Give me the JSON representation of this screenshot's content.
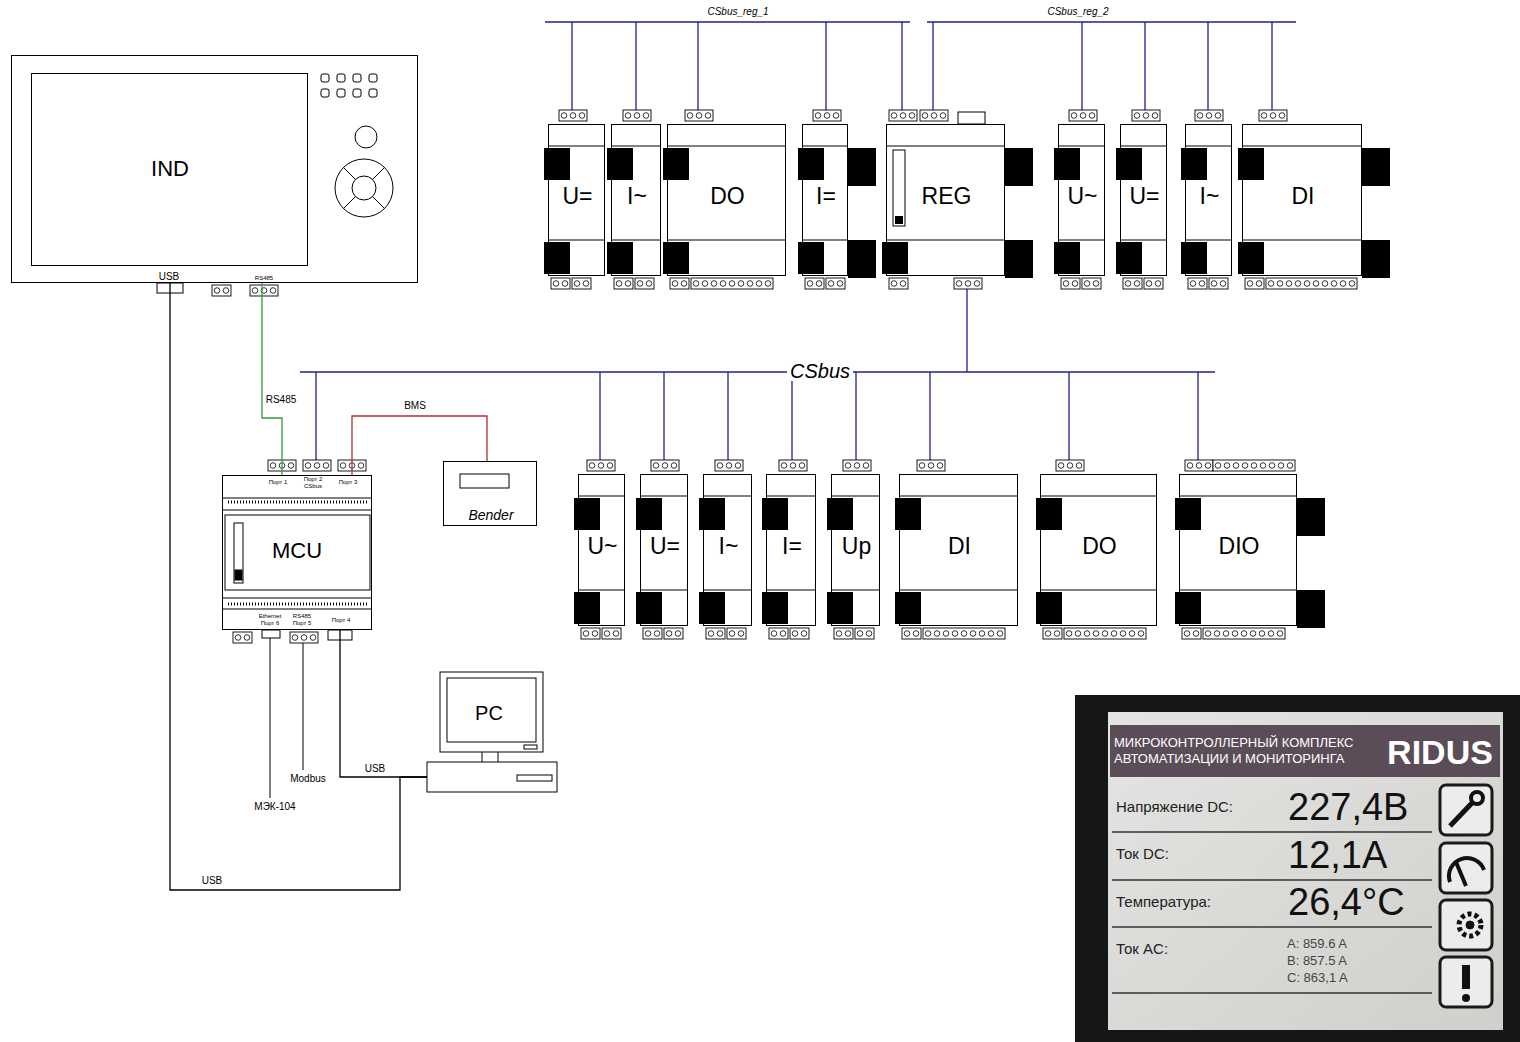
{
  "diagram": {
    "nodes": [
      {
        "text": [
          "USB",
          "RS485"
        ]
      },
      {
        "text": [
          "IND"
        ],
        "in": 0
      },
      {
        "text": [
          "U="
        ]
      },
      {
        "text": [
          "I~"
        ]
      },
      {
        "text": [
          "DO"
        ]
      },
      {
        "text": [
          "I="
        ]
      },
      {
        "text": [
          "REG"
        ]
      },
      {
        "text": [
          "U~"
        ]
      },
      {
        "text": [
          "U="
        ]
      },
      {
        "text": [
          "I~"
        ]
      },
      {
        "text": [
          "DI"
        ]
      },
      {
        "text": [
          "MCU"
        ]
      },
      {
        "text": [
          "Bender"
        ]
      },
      {
        "text": [
          "U~"
        ]
      },
      {
        "text": [
          "U="
        ]
      },
      {
        "text": [
          "I~"
        ]
      },
      {
        "text": [
          "I="
        ]
      },
      {
        "text": [
          "Up"
        ]
      },
      {
        "text": [
          "DI"
        ]
      },
      {
        "text": [
          "DO"
        ]
      },
      {
        "text": [
          "DIO"
        ]
      },
      {
        "text": [
          "PC"
        ]
      }
    ],
    "edges": [
      {
        "from": 0,
        "to": 11,
        "arrow": "none",
        "label": "RS485"
      },
      {
        "from": 11,
        "to": 12,
        "arrow": "none",
        "label": "BMS"
      },
      {
        "from": 11,
        "to": 21,
        "arrow": "none",
        "label": "USB"
      },
      {
        "from": 0,
        "to": 21,
        "arrow": "none",
        "label": "USB"
      }
    ],
    "labels": [
      "CSbus_reg_1",
      "CSbus_reg_2",
      "CSbus",
      "Порт 1",
      "Порт 2",
      "CSbus",
      "Порт 3",
      "Ethernet",
      "Порт 6",
      "RS485",
      "Порт 5",
      "Порт 4",
      "МЭК-104",
      "Modbus",
      "МИКРОКОНТРОЛЛЕРНЫЙ КОМПЛЕКС АВТОМАТИЗАЦИИ И МОНИТОРИНГА",
      "RIDUS",
      "Напряжение DC:",
      "227,4В",
      "Ток DC:",
      "12,1А",
      "Температура:",
      "26,4°C",
      "Ток AC:",
      "A: 859.6 A",
      "B: 857.5 A",
      "C: 863,1 A"
    ]
  }
}
